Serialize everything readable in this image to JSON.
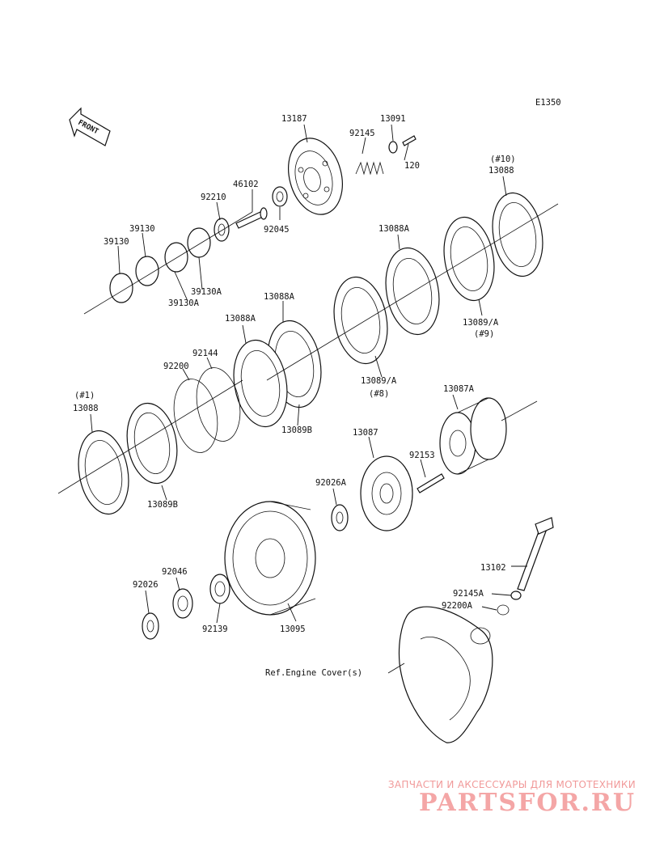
{
  "diagram": {
    "code": "E1350",
    "front_label": "FRONT",
    "labels": {
      "p13187": "13187",
      "p13091": "13091",
      "p92145": "92145",
      "p120": "120",
      "p46102": "46102",
      "p92210": "92210",
      "p92045": "92045",
      "p39130_a": "39130",
      "p39130_b": "39130",
      "p39130A_a": "39130A",
      "p39130A_b": "39130A",
      "p13088_top_note": "(#10)",
      "p13088_top": "13088",
      "p13088A_1": "13088A",
      "p13088A_2": "13088A",
      "p13088A_3": "13088A",
      "p13089A_9": "13089/A",
      "p13089A_9_note": "(#9)",
      "p13089A_8": "13089/A",
      "p13089A_8_note": "(#8)",
      "p92144": "92144",
      "p92200": "92200",
      "p13089B_1": "13089B",
      "p13089B_2": "13089B",
      "p13088_bottom_note": "(#1)",
      "p13088_bottom": "13088",
      "p13087A": "13087A",
      "p13087": "13087",
      "p92153": "92153",
      "p92026A": "92026A",
      "p13102": "13102",
      "p92145A": "92145A",
      "p92200A": "92200A",
      "p92046": "92046",
      "p92026": "92026",
      "p92139": "92139",
      "p13095": "13095",
      "ref_cover": "Ref.Engine Cover(s)"
    }
  },
  "watermark": {
    "caption": "ЗАПЧАСТИ И АКСЕССУАРЫ ДЛЯ МОТОТЕХНИКИ",
    "brand": "PARTSFOR.RU"
  }
}
